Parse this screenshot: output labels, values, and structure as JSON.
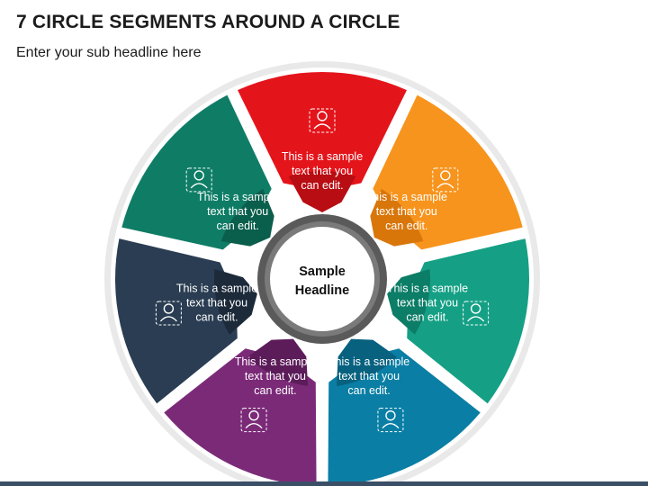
{
  "header": {
    "title": "7 CIRCLE SEGMENTS AROUND A CIRCLE",
    "subtitle": "Enter your sub headline here"
  },
  "center": {
    "line1": "Sample",
    "line2": "Headline"
  },
  "segments": [
    {
      "color": "#e4141b",
      "arrow_color": "#b80d12",
      "icon": "meditation-bulb-icon",
      "lines": [
        "This is a sample",
        "text that you",
        "can edit."
      ]
    },
    {
      "color": "#f7941d",
      "arrow_color": "#d9760a",
      "icon": "money-cash-icon",
      "lines": [
        "This is a sample",
        "text that you",
        "can edit."
      ]
    },
    {
      "color": "#15a085",
      "arrow_color": "#0c7d67",
      "icon": "network-people-icon",
      "lines": [
        "This is a sample",
        "text that you",
        "can edit."
      ]
    },
    {
      "color": "#0a7ea4",
      "arrow_color": "#07617f",
      "icon": "document-search-icon",
      "lines": [
        "This is a sample",
        "text that you",
        "can edit."
      ]
    },
    {
      "color": "#7b2a78",
      "arrow_color": "#5c1c5a",
      "icon": "person-gears-icon",
      "lines": [
        "This is a sample",
        "text that you",
        "can edit."
      ]
    },
    {
      "color": "#2a3d52",
      "arrow_color": "#1c2a3a",
      "icon": "person-money-icon",
      "lines": [
        "This is a sample",
        "text that you",
        "can edit."
      ]
    },
    {
      "color": "#0f7d66",
      "arrow_color": "#0a5e4c",
      "icon": "hand-network-icon",
      "lines": [
        "This is a sample",
        "text that you",
        "can edit."
      ]
    }
  ]
}
